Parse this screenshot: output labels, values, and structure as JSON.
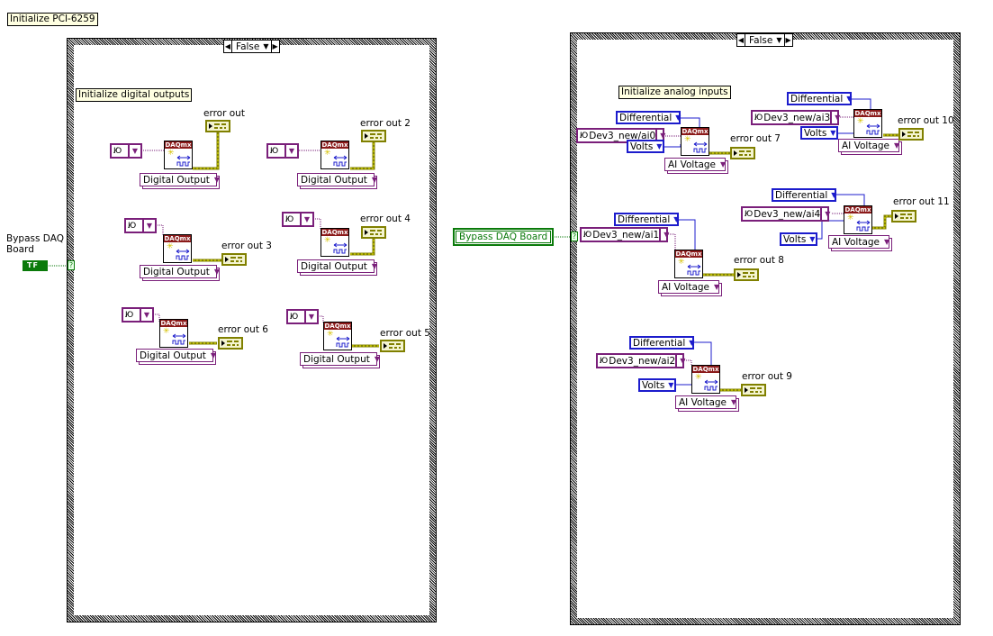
{
  "diagram": {
    "title_comment": "Initialize PCI-6259",
    "bypass_control": {
      "label": "Bypass DAQ Board",
      "terminal_text": "TF",
      "local_label": "Bypass DAQ Board"
    },
    "case_structures": [
      {
        "id": "left",
        "selector_value": "False",
        "selector_terminal": "?",
        "comment": "Initialize digital outputs",
        "blocks": [
          {
            "vi": "DAQmx",
            "channel_type": "Digital Output",
            "error_out": "error out"
          },
          {
            "vi": "DAQmx",
            "channel_type": "Digital Output",
            "error_out": "error out 2"
          },
          {
            "vi": "DAQmx",
            "channel_type": "Digital Output",
            "error_out": "error out 3"
          },
          {
            "vi": "DAQmx",
            "channel_type": "Digital Output",
            "error_out": "error out 4"
          },
          {
            "vi": "DAQmx",
            "channel_type": "Digital Output",
            "error_out": "error out 6"
          },
          {
            "vi": "DAQmx",
            "channel_type": "Digital Output",
            "error_out": "error out 5"
          }
        ]
      },
      {
        "id": "right",
        "selector_value": "False",
        "selector_terminal": "?",
        "comment": "Initialize analog inputs",
        "blocks": [
          {
            "vi": "DAQmx",
            "terminal_config": "Differential",
            "channel": "Dev3_new/ai0",
            "units": "Volts",
            "channel_type": "AI Voltage",
            "error_out": "error out 7"
          },
          {
            "vi": "DAQmx",
            "terminal_config": "Differential",
            "channel": "Dev3_new/ai3",
            "units": "Volts",
            "channel_type": "AI Voltage",
            "error_out": "error out 10"
          },
          {
            "vi": "DAQmx",
            "terminal_config": "Differential",
            "channel": "Dev3_new/ai1",
            "channel_type": "AI Voltage",
            "error_out": "error out 8"
          },
          {
            "vi": "DAQmx",
            "terminal_config": "Differential",
            "channel": "Dev3_new/ai4",
            "units": "Volts",
            "channel_type": "AI Voltage",
            "error_out": "error out 11"
          },
          {
            "vi": "DAQmx",
            "terminal_config": "Differential",
            "channel": "Dev3_new/ai2",
            "units": "Volts",
            "channel_type": "AI Voltage",
            "error_out": "error out 9"
          }
        ]
      }
    ],
    "colors": {
      "daqmx_header": "#8b1a1a",
      "io_wire": "#7a1f7a",
      "enum_wire": "#1c1ccc",
      "error_wire": "#808000",
      "boolean": "#0a7a0a",
      "comment_bg": "#ffffe1"
    }
  }
}
